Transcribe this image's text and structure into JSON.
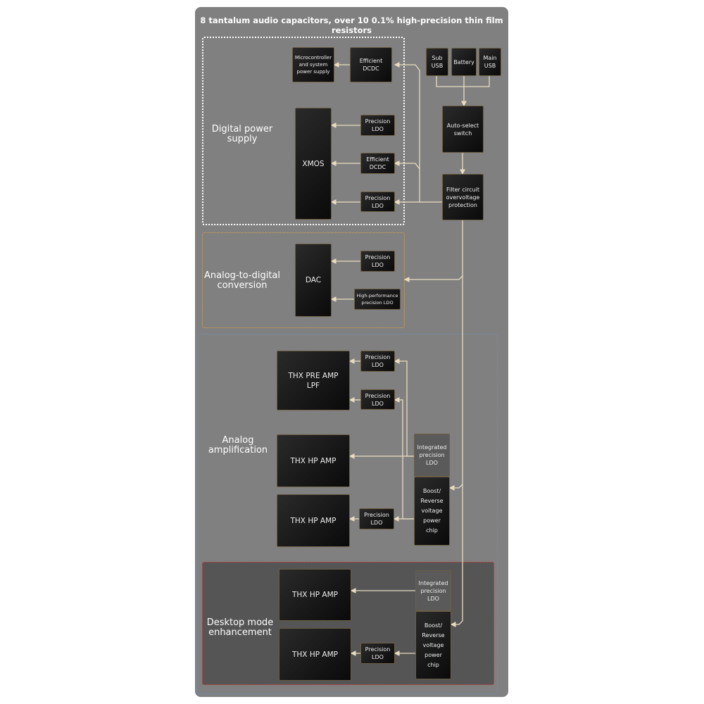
{
  "title": "8 tantalum audio capacitors, over 10 0.1% high-precision thin film resistors",
  "groups": {
    "digital": "Digital power\nsupply",
    "adc": "Analog-to-digital\nconversion",
    "analog": "Analog\namplification",
    "desktop": "Desktop mode\nenhancement"
  },
  "boxes": {
    "mcu": "Microcontroller\nand system\npower supply",
    "dcdc1": "Efficient\nDCDC",
    "sub_usb": "Sub\nUSB",
    "battery": "Battery",
    "main_usb": "Main\nUSB",
    "auto": "Auto-select\nswitch",
    "filter": "Filter circuit\novervoltage\nprotection",
    "xmos": "XMOS",
    "ldo1": "Precision\nLDO",
    "dcdc2": "Efficient\nDCDC",
    "ldo2": "Precision\nLDO",
    "dac": "DAC",
    "ldo3": "Precision\nLDO",
    "hpldo": "High-performance\nprecision LDO",
    "preamp": "THX PRE AMP\nLPF",
    "ldo4": "Precision\nLDO",
    "ldo5": "Precision\nLDO",
    "hp1": "THX HP AMP",
    "hp2": "THX HP AMP",
    "ldo6": "Precision\nLDO",
    "int1": "Integrated\nprecision\nLDO",
    "boost1": "Boost/\nReverse\nvoltage\npower\nchip",
    "hp3": "THX HP AMP",
    "hp4": "THX HP AMP",
    "ldo7": "Precision\nLDO",
    "int2": "Integrated\nprecision\nLDO",
    "boost2": "Boost/\nReverse\nvoltage\npower\nchip"
  },
  "colors": {
    "line": "#e8dcc0",
    "digital_border": "#ffffff",
    "adc_border": "#d9a441",
    "analog_border": "#6f8fb5",
    "desktop_border": "#e04040"
  }
}
